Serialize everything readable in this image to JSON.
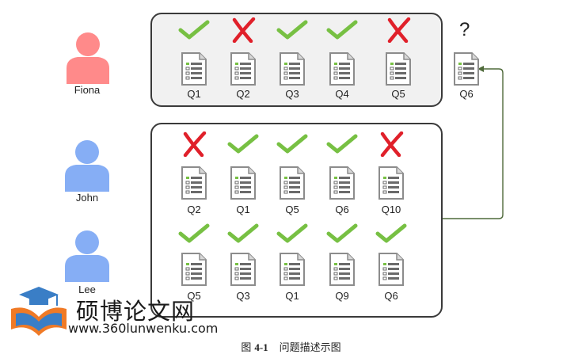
{
  "fiona": {
    "name": "Fiona",
    "questions": [
      {
        "q": "Q1",
        "mark": "check"
      },
      {
        "q": "Q2",
        "mark": "cross"
      },
      {
        "q": "Q3",
        "mark": "check"
      },
      {
        "q": "Q4",
        "mark": "check"
      },
      {
        "q": "Q5",
        "mark": "cross"
      }
    ]
  },
  "target": {
    "label": "Q6",
    "mark": "?"
  },
  "john": {
    "name": "John",
    "questions": [
      {
        "q": "Q2",
        "mark": "cross"
      },
      {
        "q": "Q1",
        "mark": "check"
      },
      {
        "q": "Q5",
        "mark": "check"
      },
      {
        "q": "Q6",
        "mark": "check"
      },
      {
        "q": "Q10",
        "mark": "cross"
      }
    ]
  },
  "lee": {
    "name": "Lee",
    "questions": [
      {
        "q": "Q5",
        "mark": "check"
      },
      {
        "q": "Q3",
        "mark": "check"
      },
      {
        "q": "Q1",
        "mark": "check"
      },
      {
        "q": "Q9",
        "mark": "check"
      },
      {
        "q": "Q6",
        "mark": "check"
      }
    ]
  },
  "caption": {
    "prefix": "图",
    "number": "4-1",
    "text": "问题描述示图"
  },
  "watermark": {
    "title": "硕博论文网",
    "url": "www.360lunwenku.com"
  },
  "colors": {
    "fiona": "#ff8a8a",
    "blue_person": "#86aef5",
    "check": "#77c043",
    "cross": "#e0202a",
    "doc": "#8c8c8c",
    "arrow": "#4f6a3a"
  },
  "icons": {
    "person": "person-icon",
    "document": "document-icon",
    "check": "check-icon",
    "cross": "cross-icon"
  }
}
